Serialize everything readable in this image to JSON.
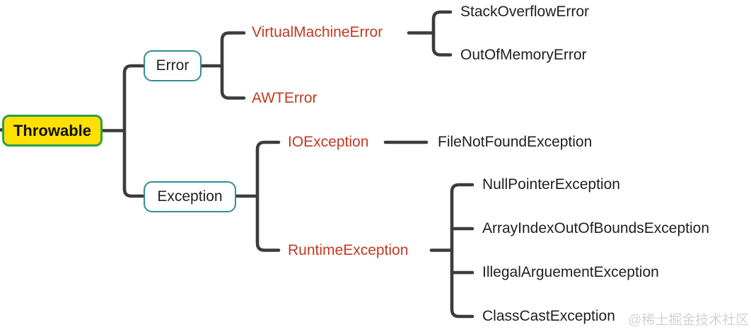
{
  "diagram": {
    "root": {
      "label": "Throwable"
    },
    "branches": {
      "error": {
        "label": "Error"
      },
      "exception": {
        "label": "Exception"
      }
    },
    "leaves": {
      "virtual_machine_error": "VirtualMachineError",
      "awt_error": "AWTError",
      "stack_overflow_error": "StackOverflowError",
      "out_of_memory_error": "OutOfMemoryError",
      "io_exception": "IOException",
      "file_not_found_exception": "FileNotFoundException",
      "runtime_exception": "RuntimeException",
      "null_pointer_exception": "NullPointerException",
      "array_index_out_of_bounds_exception": "ArrayIndexOutOfBoundsException",
      "illegal_arguement_exception": "IllegalArguementException",
      "class_cast_exception": "ClassCastException"
    },
    "colors": {
      "line": "#3c3c3c",
      "text_dark": "#1f1f1f",
      "text_red": "#c23a22",
      "root_fill": "#ffe000",
      "root_border": "#2ba04b",
      "branch_border": "#2e8e96",
      "watermark": "#d6d3cd"
    },
    "watermark": "@稀土掘金技术社区"
  }
}
